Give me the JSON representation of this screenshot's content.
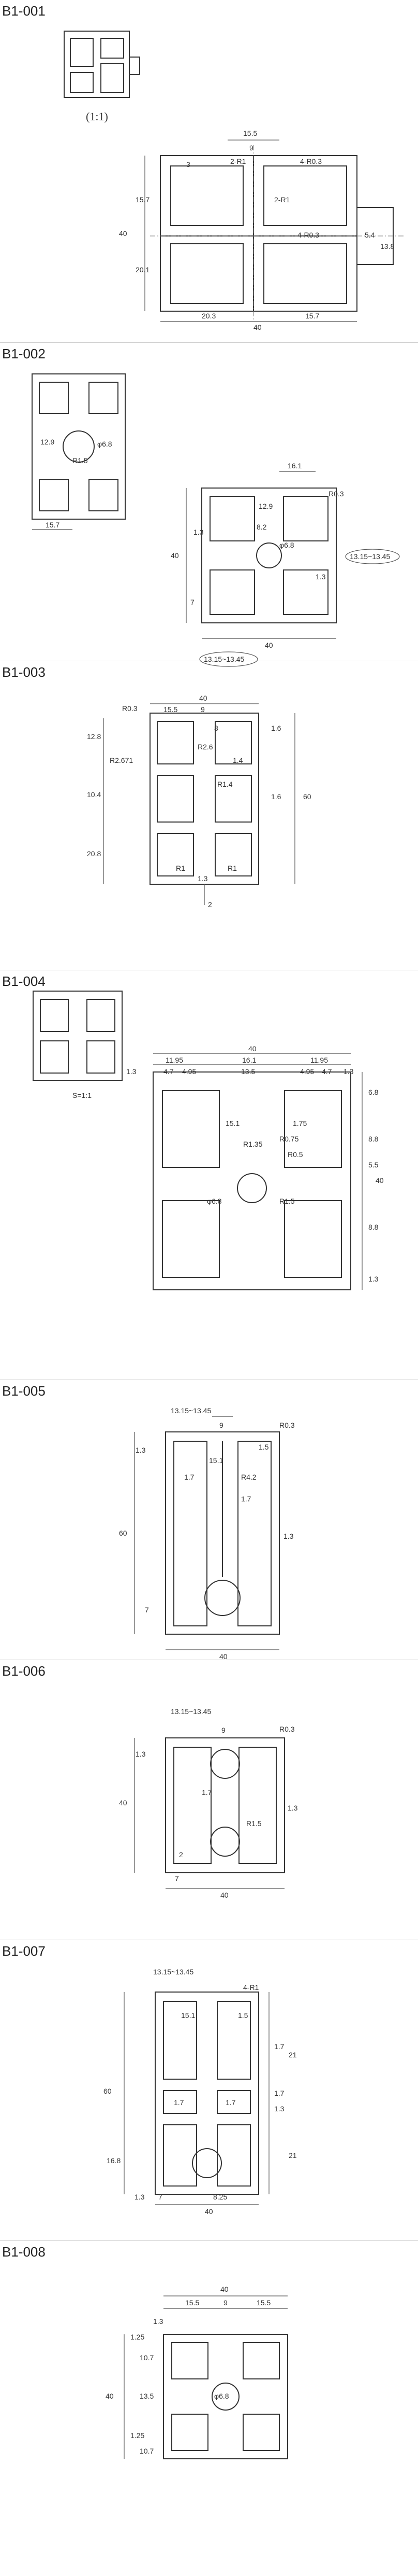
{
  "sections": [
    {
      "title": "B1-001",
      "scale": "(1:1)",
      "dims": [
        "15.5",
        "9",
        "2-R1",
        "4-R0.3",
        "3",
        "15.7",
        "40",
        "20.1",
        "4-R0.3",
        "2-R1",
        "5.4",
        "13.8",
        "20.3",
        "15.7",
        "40"
      ]
    },
    {
      "title": "B1-002",
      "dims": [
        "12.9",
        "φ6.8",
        "R1.5",
        "15.7",
        "16.1",
        "R0.3",
        "12.9",
        "φ6.8",
        "7",
        "40",
        "8.2",
        "1.3",
        "1.3",
        "13.15~13.45",
        "13.15~13.45",
        "40"
      ]
    },
    {
      "title": "B1-003",
      "dims": [
        "40",
        "15.5",
        "9",
        "R0.3",
        "1.6",
        "8",
        "12.8",
        "R2.6",
        "R2.671",
        "1.4",
        "10.4",
        "1.6",
        "60",
        "R1.4",
        "20.8",
        "1.3",
        "R1",
        "R1",
        "2"
      ]
    },
    {
      "title": "B1-004",
      "scale": "S=1:1",
      "dims": [
        "40",
        "11.95",
        "16.1",
        "11.95",
        "1.3",
        "4.7",
        "4.95",
        "13.5",
        "4.95",
        "4.7",
        "1.3",
        "6.8",
        "15.1",
        "R1.35",
        "R0.75",
        "R0.5",
        "1.75",
        "8.8",
        "40",
        "φ6.8",
        "R1.5",
        "8.8",
        "1.3",
        "5.5"
      ]
    },
    {
      "title": "B1-005",
      "dims": [
        "13.15~13.45",
        "9",
        "R0.3",
        "1.3",
        "15.1",
        "1.5",
        "1.7",
        "R4.2",
        "1.7",
        "60",
        "1.3",
        "7",
        "40"
      ]
    },
    {
      "title": "B1-006",
      "dims": [
        "13.15~13.45",
        "9",
        "R0.3",
        "1.3",
        "40",
        "1.3",
        "R1.5",
        "7",
        "40",
        "1.7",
        "2"
      ]
    },
    {
      "title": "B1-007",
      "dims": [
        "13.15~13.45",
        "4-R1",
        "15.1",
        "1.5",
        "1.7",
        "21",
        "1.7",
        "60",
        "1.7",
        "1.7",
        "1.3",
        "21",
        "16.8",
        "1.3",
        "7",
        "8.25",
        "40"
      ]
    },
    {
      "title": "B1-008",
      "dims": [
        "40",
        "15.5",
        "9",
        "15.5",
        "1.3",
        "1.25",
        "10.7",
        "φ6.8",
        "40",
        "13.5",
        "1.25",
        "10.7"
      ]
    }
  ]
}
